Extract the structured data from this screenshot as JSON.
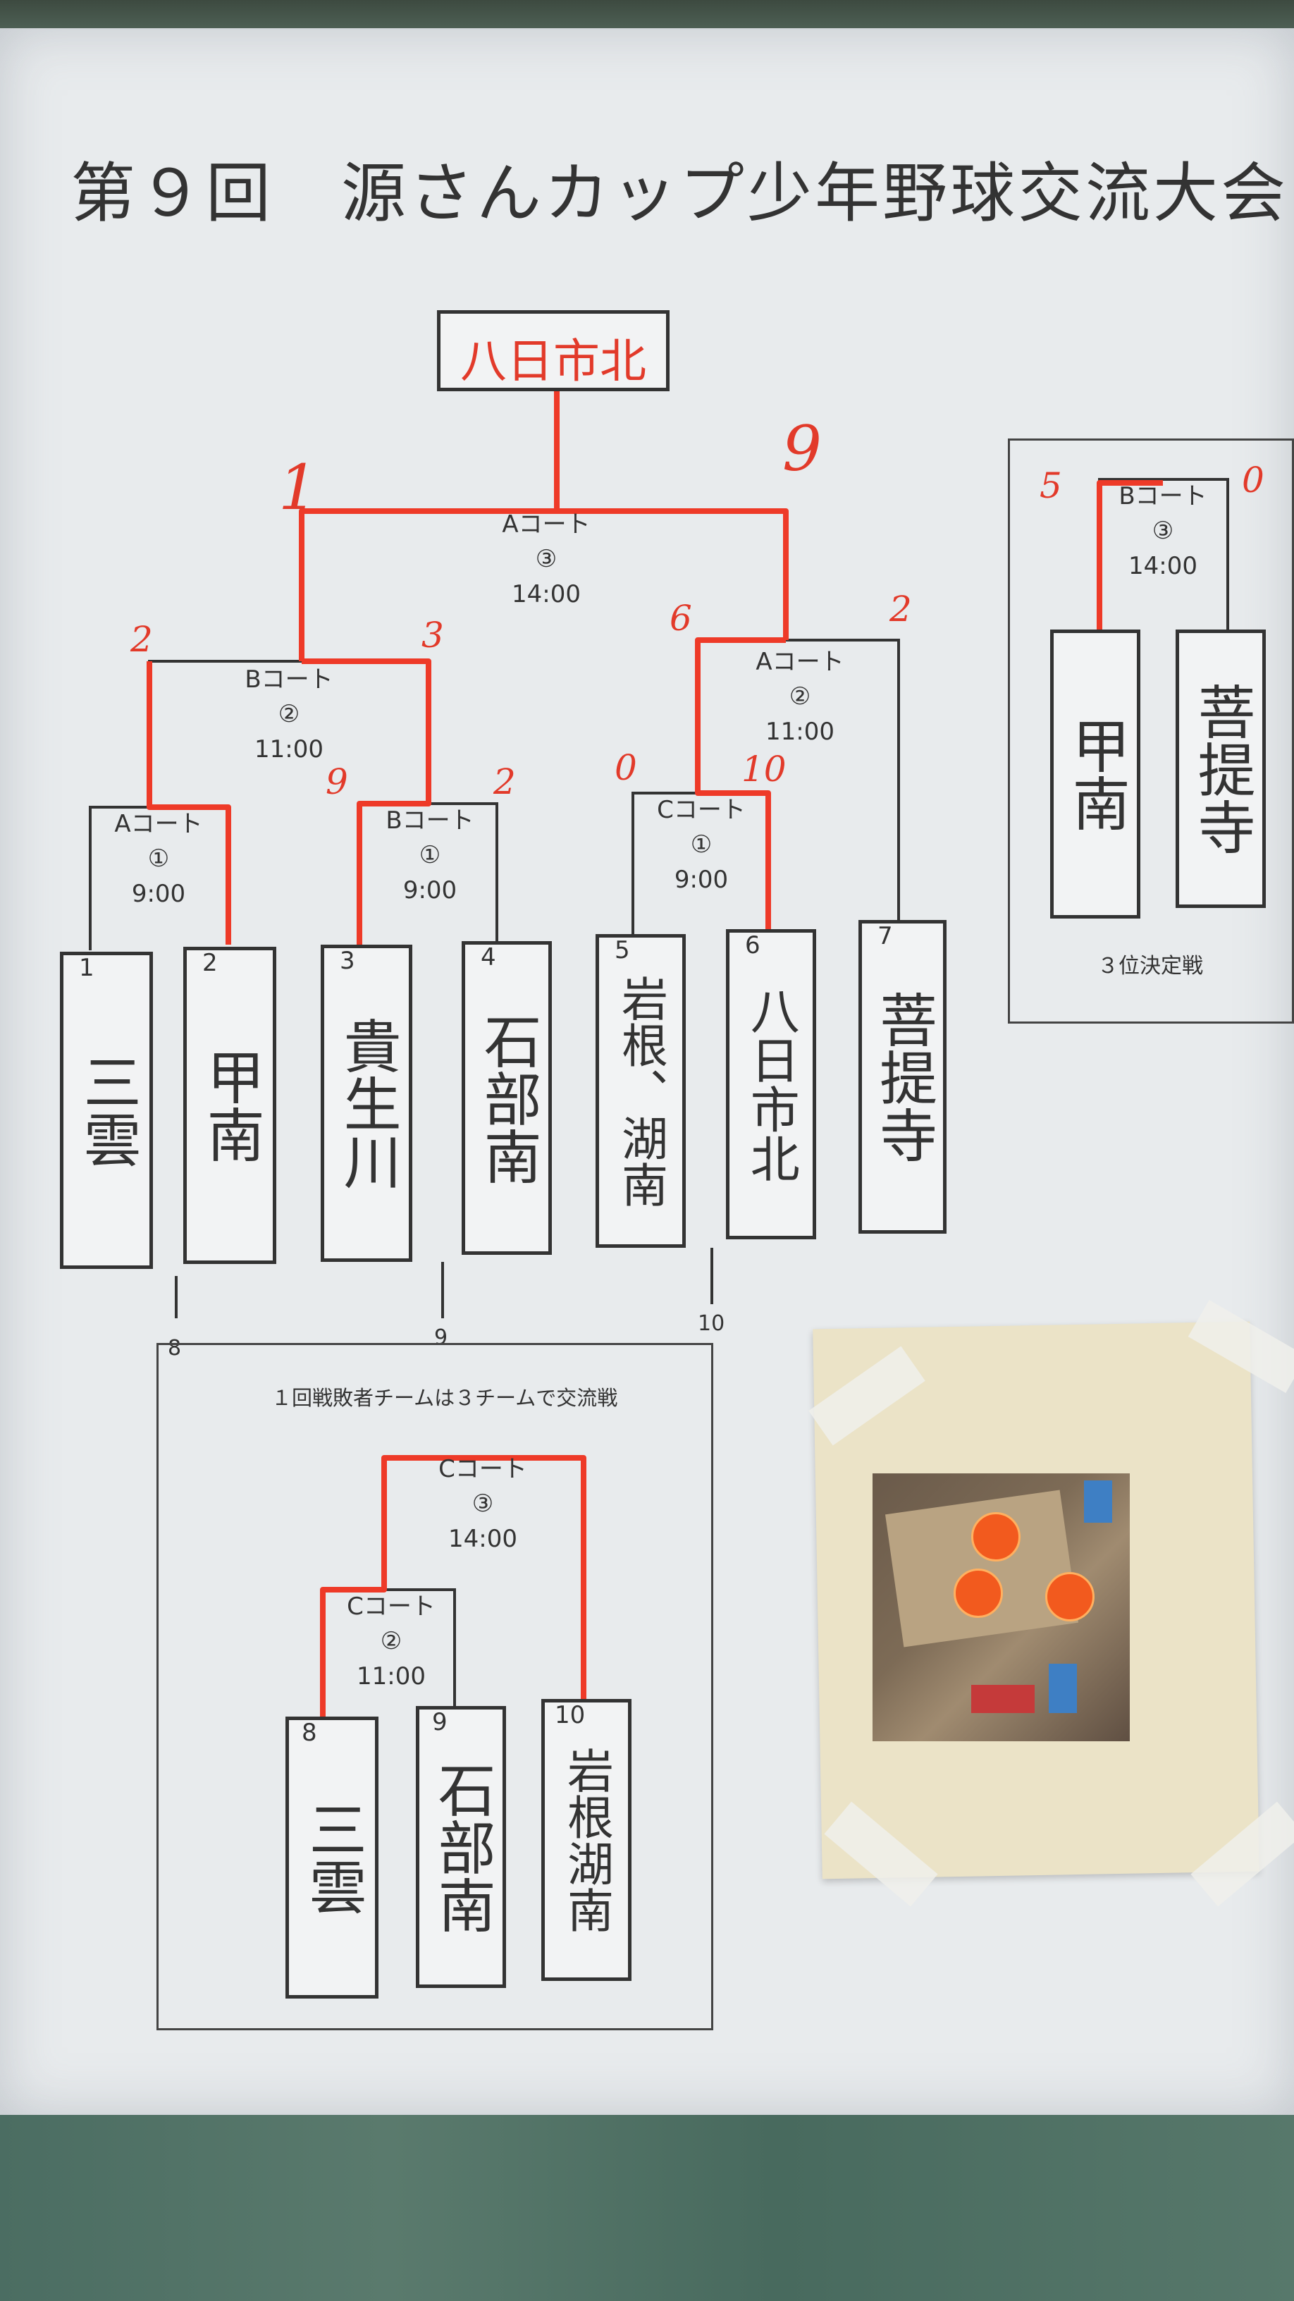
{
  "title": "第９回　源さんカップ少年野球交流大会",
  "champion": "八日市北",
  "teams": [
    {
      "num": "1",
      "name": "三雲"
    },
    {
      "num": "2",
      "name": "甲南"
    },
    {
      "num": "3",
      "name": "貴生川"
    },
    {
      "num": "4",
      "name": "石部南"
    },
    {
      "num": "5",
      "name": "岩根、湖南"
    },
    {
      "num": "6",
      "name": "八日市北"
    },
    {
      "num": "7",
      "name": "菩提寺"
    }
  ],
  "games": {
    "r1a": {
      "court": "Aコート",
      "round": "①",
      "time": "9:00"
    },
    "r1b": {
      "court": "Bコート",
      "round": "①",
      "time": "9:00"
    },
    "r1c": {
      "court": "Cコート",
      "round": "①",
      "time": "9:00"
    },
    "r2b": {
      "court": "Bコート",
      "round": "②",
      "time": "11:00"
    },
    "r2a": {
      "court": "Aコート",
      "round": "②",
      "time": "11:00"
    },
    "final": {
      "court": "Aコート",
      "round": "③",
      "time": "14:00"
    },
    "third": {
      "court": "Bコート",
      "round": "③",
      "time": "14:00"
    },
    "cons2": {
      "court": "Cコート",
      "round": "②",
      "time": "11:00"
    },
    "cons3": {
      "court": "Cコート",
      "round": "③",
      "time": "14:00"
    }
  },
  "scores": {
    "final_left": "1",
    "final_right": "9",
    "r2b_left": "2",
    "r2b_right": "3",
    "r2a_left": "6",
    "r2a_right": "2",
    "r1b_left": "9",
    "r1b_right": "2",
    "r1c_left": "0",
    "r1c_right": "10",
    "third_left": "5",
    "third_right": "0"
  },
  "third_place": {
    "label": "３位決定戦",
    "teams": [
      "甲南",
      "菩提寺"
    ]
  },
  "consolation": {
    "label": "１回戦敗者チームは３チームで交流戦",
    "feeder_nums": [
      "8",
      "9",
      "10"
    ],
    "teams": [
      {
        "num": "8",
        "name": "三雲"
      },
      {
        "num": "9",
        "name": "石部南"
      },
      {
        "num": "10",
        "name": "岩根湖南"
      }
    ]
  },
  "colors": {
    "winner_line": "#ee3a28",
    "score": "#e23a2a",
    "ink": "#333333"
  }
}
